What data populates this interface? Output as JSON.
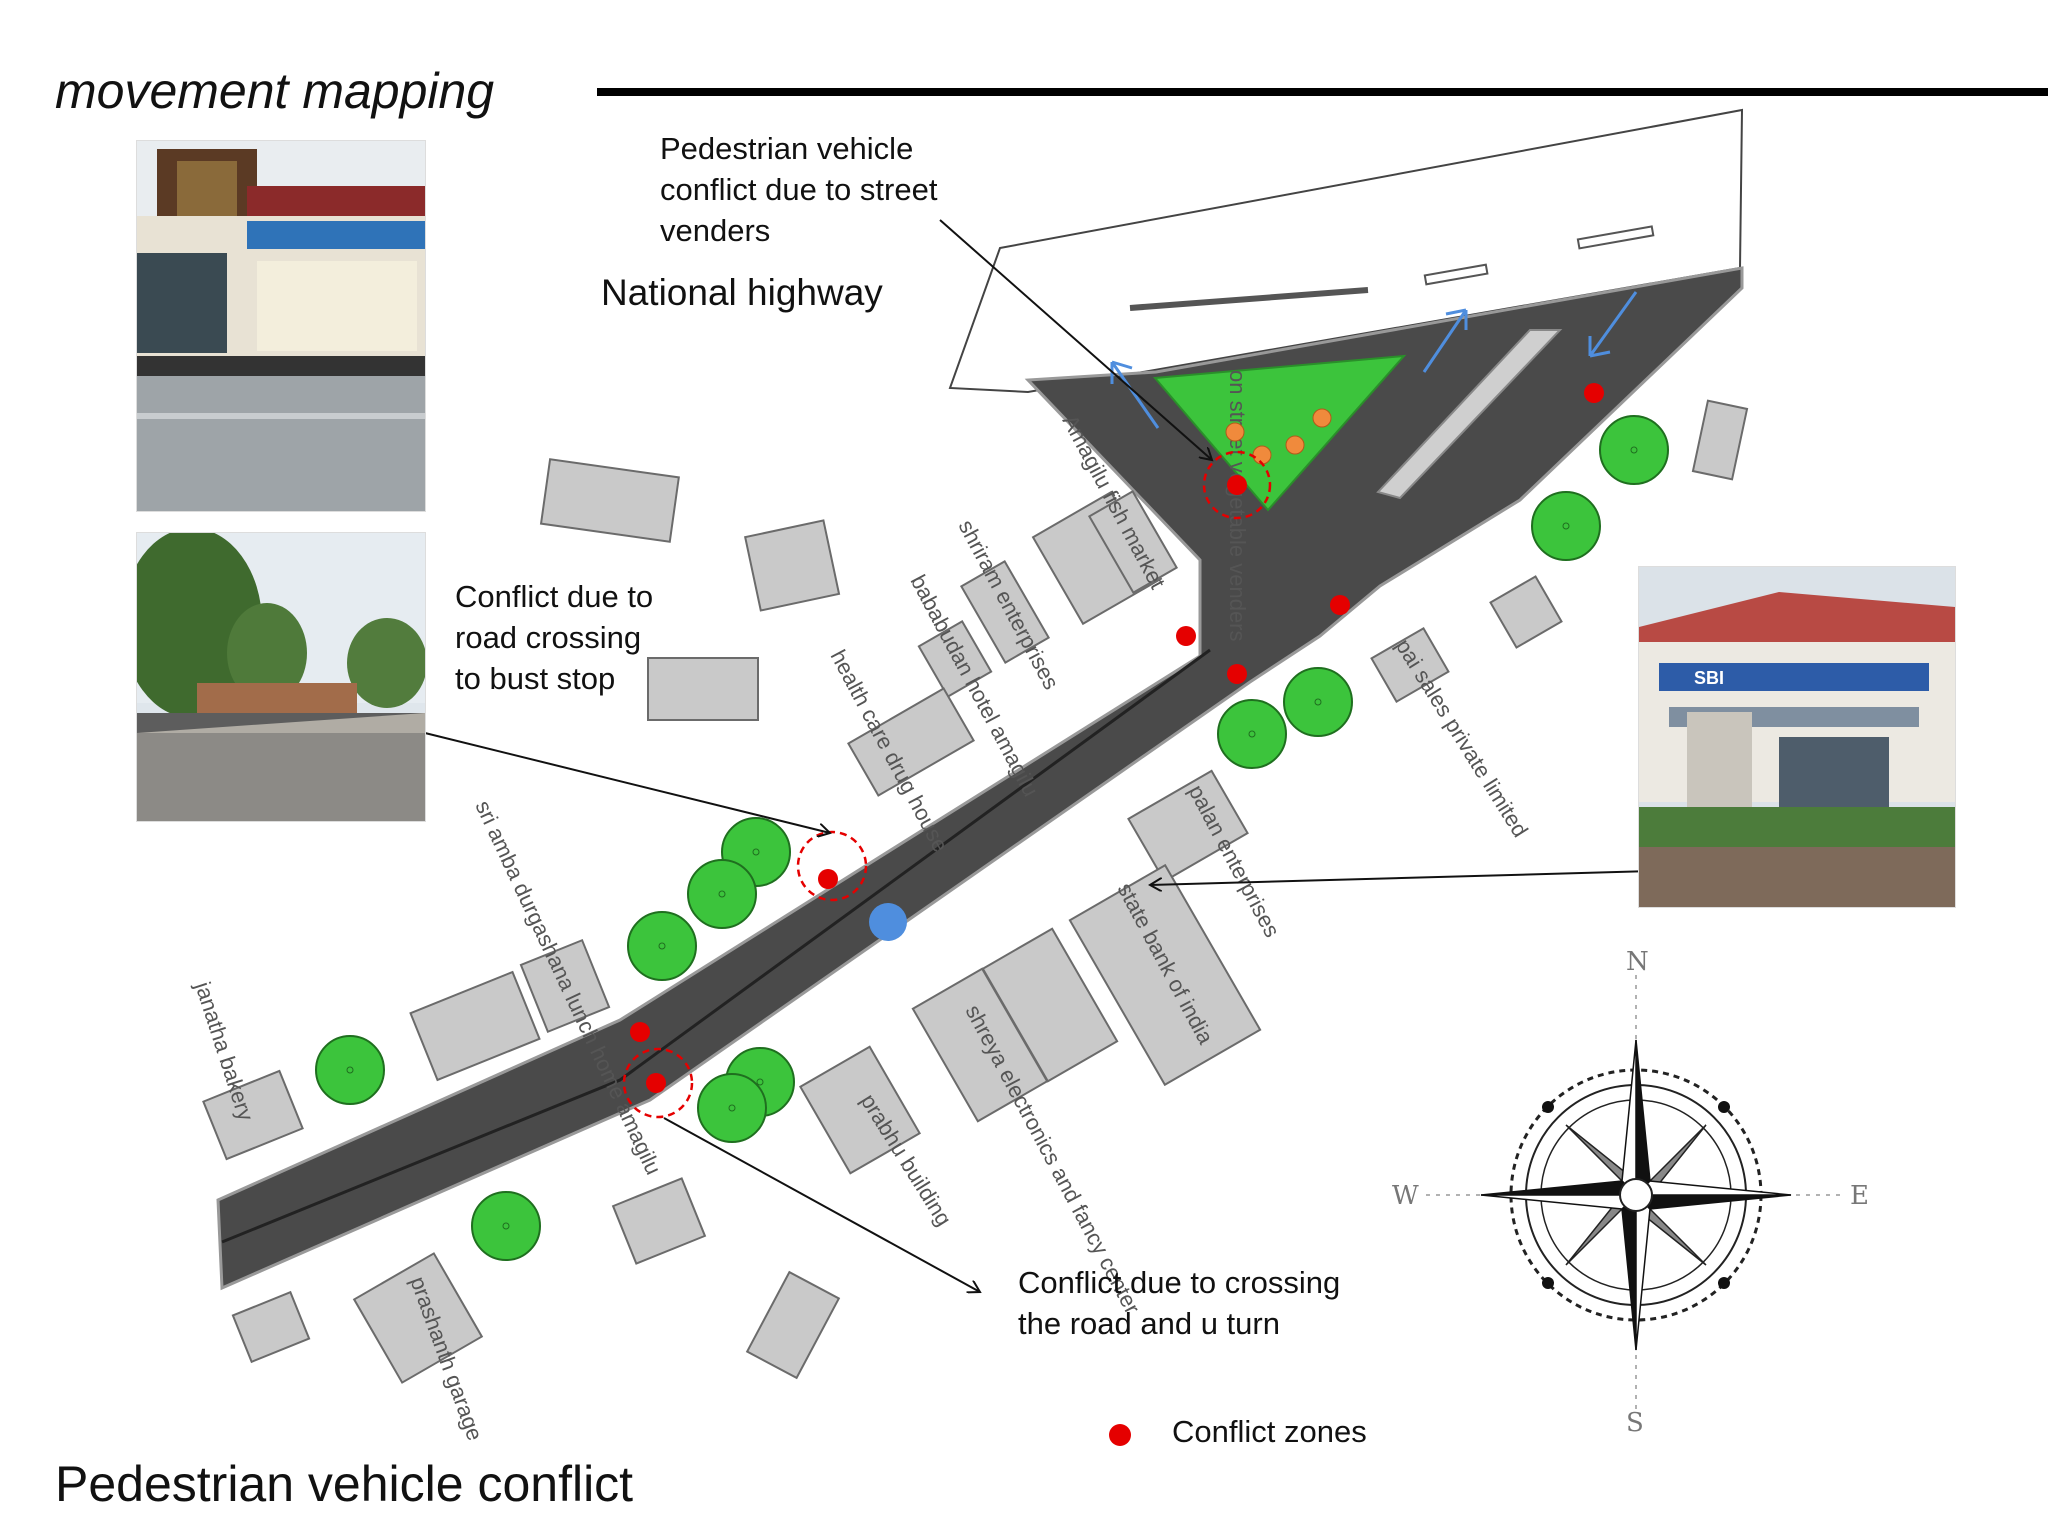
{
  "page": {
    "heading": "movement mapping",
    "bottom_title": "Pedestrian vehicle conflict"
  },
  "map": {
    "highway_label": "National highway",
    "shop_labels": {
      "amagilu_fish_market": "Amagilu fish market",
      "street_vendors": "on street vegetable venders",
      "shriram": "shriram enterprises",
      "bababudan": "bababudan hotel amagilu",
      "health_care": "health care drug house",
      "sri_amba": "sri amba durgashana lunch home amagilu",
      "janatha": "janatha bakery",
      "pai_sales": "pai sales private limited",
      "palan": "palan enterprises",
      "sbi": "state bank of india",
      "shreya": "shreya electronics and fancy center",
      "prabhu": "prabhu building",
      "prashanth": "prashanth garage"
    }
  },
  "annotations": {
    "street_vendors": [
      "Pedestrian vehicle",
      "conflict due to street",
      "venders"
    ],
    "bus_stop": [
      "Conflict due to",
      "road crossing",
      "to bust stop"
    ],
    "u_turn": [
      "Conflict due to crossing",
      "the road and u turn"
    ]
  },
  "legend": {
    "conflict_zones": "Conflict zones"
  },
  "compass": {
    "n": "N",
    "s": "S",
    "e": "E",
    "w": "W"
  },
  "photos": {
    "sbi_sign": "SBI"
  },
  "colors": {
    "road": "#4a4a4a",
    "median": "#3cc43c",
    "conflict_dot": "#e50000",
    "tree": "#3cc43c",
    "building": "#c9c9c9",
    "pedestrian_marker": "#4f8ede",
    "arrow_blue": "#4f8ede",
    "vendor_dot": "#f08a3c"
  }
}
